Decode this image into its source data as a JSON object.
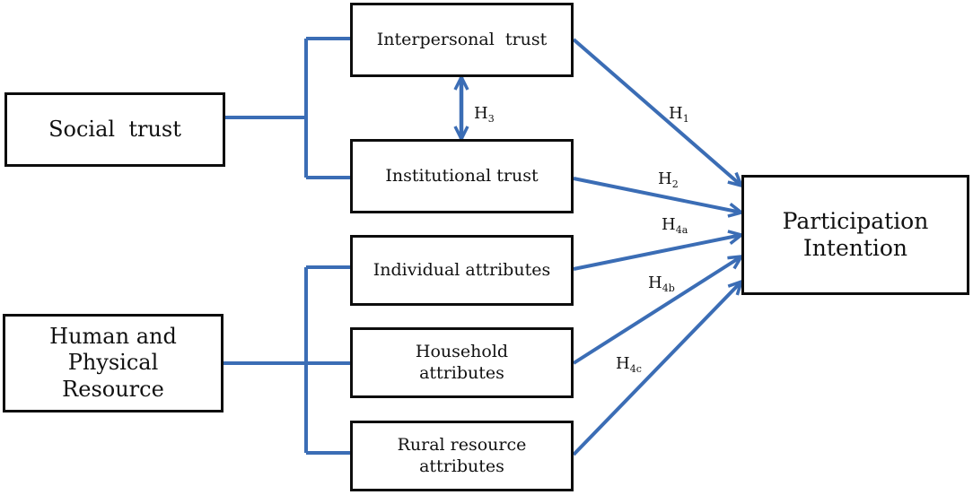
{
  "diagram": {
    "nodes": {
      "social_trust": "Social  trust",
      "interpersonal_trust": "Interpersonal  trust",
      "institutional_trust": "Institutional trust",
      "human_physical_resource": [
        "Human and",
        "Physical",
        "Resource"
      ],
      "individual_attributes": "Individual attributes",
      "household_attributes": [
        "Household",
        "attributes"
      ],
      "rural_resource_attributes": [
        "Rural resource",
        "attributes"
      ],
      "participation_intention": [
        "Participation",
        "Intention"
      ]
    },
    "hypotheses": {
      "h1": {
        "main": "H",
        "sub": "1"
      },
      "h2": {
        "main": "H",
        "sub": "2"
      },
      "h3": {
        "main": "H",
        "sub": "3"
      },
      "h4a": {
        "main": "H",
        "sub": "4a"
      },
      "h4b": {
        "main": "H",
        "sub": "4b"
      },
      "h4c": {
        "main": "H",
        "sub": "4c"
      }
    },
    "colors": {
      "connector": "#3b6db5",
      "box_border": "#0d0d0d",
      "text": "#111111"
    }
  }
}
